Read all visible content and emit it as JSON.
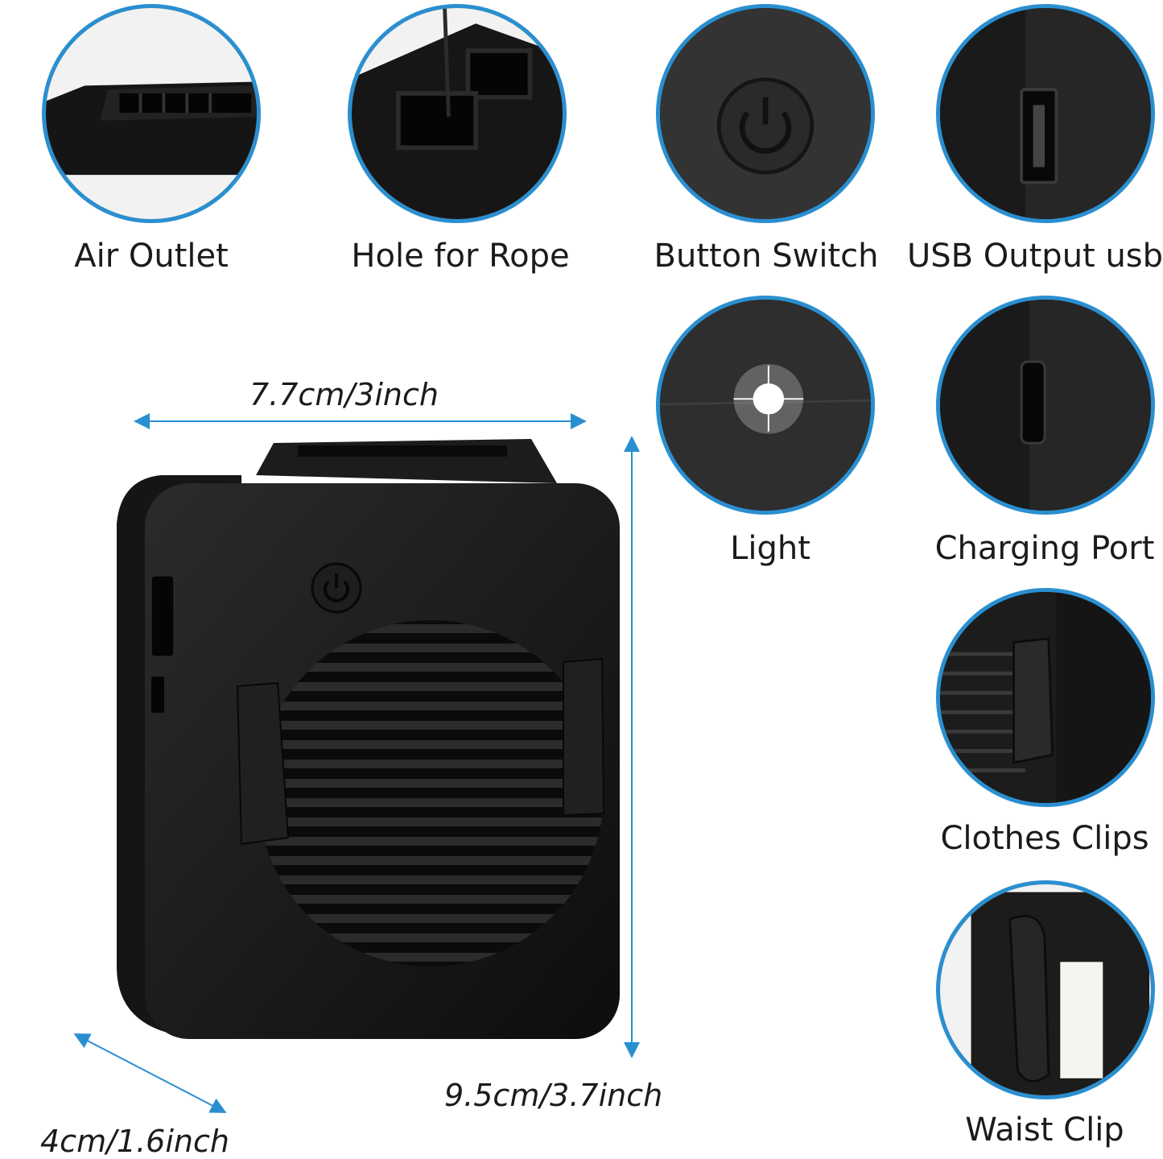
{
  "features": [
    {
      "id": "air-outlet",
      "label": "Air Outlet"
    },
    {
      "id": "hole-for-rope",
      "label": "Hole for Rope"
    },
    {
      "id": "button-switch",
      "label": "Button Switch"
    },
    {
      "id": "usb-output",
      "label": "USB Output usb"
    },
    {
      "id": "light",
      "label": "Light"
    },
    {
      "id": "charging-port",
      "label": "Charging Port"
    },
    {
      "id": "clothes-clips",
      "label": "Clothes Clips"
    },
    {
      "id": "waist-clip",
      "label": "Waist Clip"
    }
  ],
  "dimensions": {
    "width": "7.7cm/3inch",
    "height": "9.5cm/3.7inch",
    "depth": "4cm/1.6inch"
  },
  "colors": {
    "accent": "#2a8fd0",
    "product": "#141414"
  }
}
